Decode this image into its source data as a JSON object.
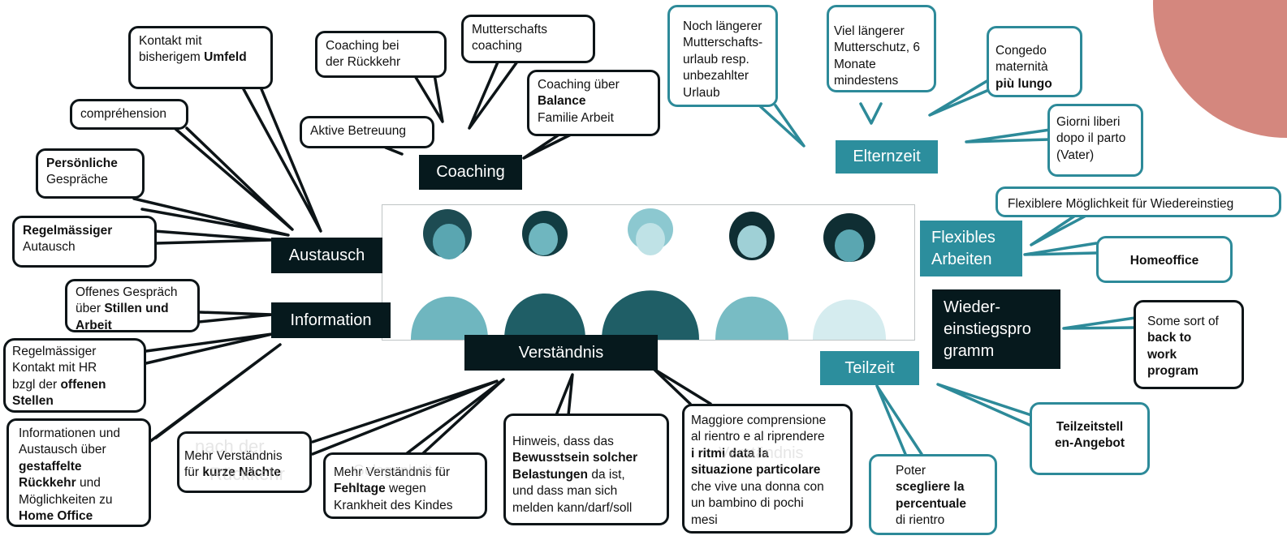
{
  "colors": {
    "dark": "#06191d",
    "teal": "#2c8e9d",
    "accent_circle": "#d4877e"
  },
  "hubs": {
    "coaching": "Coaching",
    "austausch": "Austausch",
    "information": "Information",
    "verstaendnis": "Verständnis",
    "elternzeit": "Elternzeit",
    "flexibles_arbeiten": "Flexibles\nArbeiten",
    "wiedereinstieg": "Wieder-\neinstiegspro\ngramm",
    "teilzeit": "Teilzeit"
  },
  "bubbles": {
    "kontakt_umfeld": {
      "t1": "Kontakt mit\nbisherigem ",
      "b1": "Umfeld"
    },
    "coaching_rueckkehr": {
      "t1": "Coaching bei\nder Rückkehr"
    },
    "mutterschaftscoaching": {
      "t1": "Mutterschafts\ncoaching"
    },
    "coaching_balance": {
      "t1": "Coaching über\n",
      "b1": "Balance",
      "t2": "\nFamilie Arbeit"
    },
    "comprehension": {
      "t1": "compréhension"
    },
    "aktive_betreuung": {
      "t1": "Aktive Betreuung"
    },
    "persoenliche": {
      "b1": "Persönliche",
      "t1": "\nGespräche"
    },
    "regelmaessiger_austausch": {
      "b1": "Regelmässiger",
      "t1": "\nAutausch"
    },
    "offenes_gespraech": {
      "t1": "Offenes Gespräch\nüber ",
      "b1": "Stillen und\nArbeit"
    },
    "kontakt_hr": {
      "t1": "Regelmässiger\nKontakt mit HR\nbzgl der ",
      "b1": "offenen\nStellen"
    },
    "gestaffelte": {
      "t1": "Informationen und\nAustausch über\n",
      "b1": "gestaffelte\nRückkehr",
      "t2": " und\nMöglichkeiten zu\n",
      "b2": "Home Office"
    },
    "kurze_naechte": {
      "t1": "Mehr Verständnis\nfür ",
      "b1": "kurze Nächte"
    },
    "fehltage": {
      "t1": "Mehr Verständnis für\n",
      "b1": "Fehltage",
      "t2": " wegen\nKrankheit des Kindes"
    },
    "bewusstsein": {
      "t1": "Hinweis, dass das\n",
      "b1": "Bewusstsein solcher\nBelastungen",
      "t2": " da ist,\nund dass man sich\nmelden kann/darf/soll"
    },
    "maggiore": {
      "t1": "Maggiore comprensione\nal rientro e al riprendere\n",
      "b1": "i ritmi data la\nsituazione particolare",
      "t2": "\nche vive una donna con\nun bambino di pochi\nmesi"
    },
    "noch_laenger": {
      "t1": "Noch längerer\nMutterschafts-\nurlaub resp.\nunbezahlter\nUrlaub"
    },
    "viel_laenger": {
      "t1": "Viel längerer\nMutterschutz, 6\nMonate\nmindestens"
    },
    "congedo": {
      "t1": "Congedo\nmaternità\n",
      "b1": "più lungo"
    },
    "giorni_liberi": {
      "t1": "Giorni liberi\ndopo il parto\n(Vater)"
    },
    "flexiblere": {
      "t1": "Flexiblere Möglichkeit für Wiedereinstieg"
    },
    "homeoffice": {
      "b1": "Homeoffice"
    },
    "back_to_work": {
      "t1": "Some sort of\n",
      "b1": "back to\nwork\nprogram"
    },
    "teilzeitstellen": {
      "b1": "Teilzeitstell\nen-Angebot"
    },
    "poter": {
      "t1": "Poter\n",
      "b1": "scegliere la\npercentuale",
      "t2": "\ndi rientro"
    }
  },
  "ghost_text": [
    "nach der",
    "Rückkehr",
    "Gelegenheit",
    "Verständnis"
  ]
}
